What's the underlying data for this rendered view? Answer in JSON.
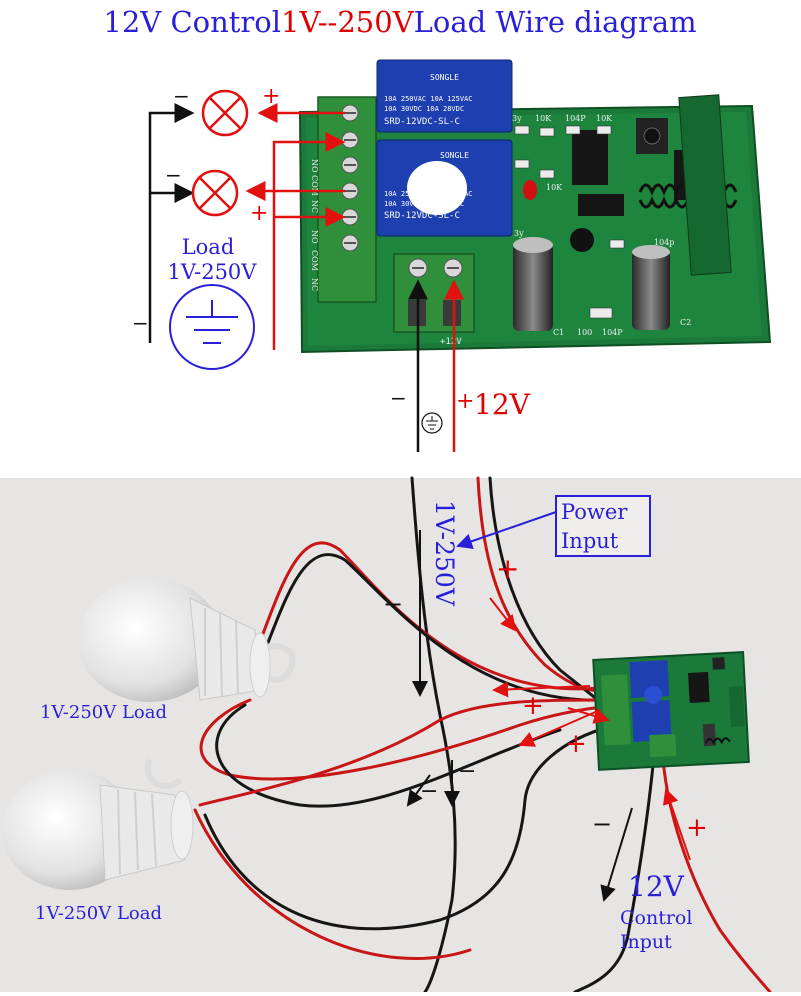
{
  "title": {
    "part1": "12V Control",
    "part2": "1V--250V",
    "part3": "Load Wire diagram"
  },
  "top": {
    "minus_upper": "−",
    "plus_upper": "+",
    "minus_lower": "−",
    "plus_lower": "+",
    "load_label_1": "Load",
    "load_label_2": "1V-250V",
    "ground_minus": "−",
    "terminal_labels": [
      "NO",
      "COM",
      "NC",
      "NO",
      "COM",
      "NC"
    ],
    "power_minus": "−",
    "power_plus": "+",
    "power_label": "12V",
    "board_plus12v": "+12V",
    "relay_brand": "SONGLE",
    "relay_specs": [
      "10A 250VAC  10A 125VAC",
      "10A 30VDC   10A 28VDC"
    ],
    "relay_model": "SRD-12VDC-SL-C",
    "component_labels": [
      "3y",
      "10K",
      "104P",
      "10K",
      "10K",
      "3y",
      "104p",
      "C1",
      "100",
      "104P",
      "C2"
    ]
  },
  "bottom": {
    "load_upper": "1V-250V Load",
    "load_lower": "1V-250V Load",
    "voltage_label": "1V-250V",
    "power_box_line1": "Power",
    "power_box_line2": "Input",
    "control_voltage": "12V",
    "control_line1": "Control",
    "control_line2": "Input",
    "minus_marks": [
      "−",
      "−",
      "−",
      "−"
    ],
    "plus_marks": [
      "+",
      "+",
      "+",
      "+"
    ]
  },
  "colors": {
    "blue_text": "#2a1fd8",
    "red_text": "#e00000",
    "wire_red": "#e31010",
    "wire_black": "#111111",
    "pcb_green": "#1b7a3a",
    "relay_blue": "#1d3fb0",
    "terminal_green": "#2f8f3a",
    "photo_bg": "#e7e5e3"
  }
}
